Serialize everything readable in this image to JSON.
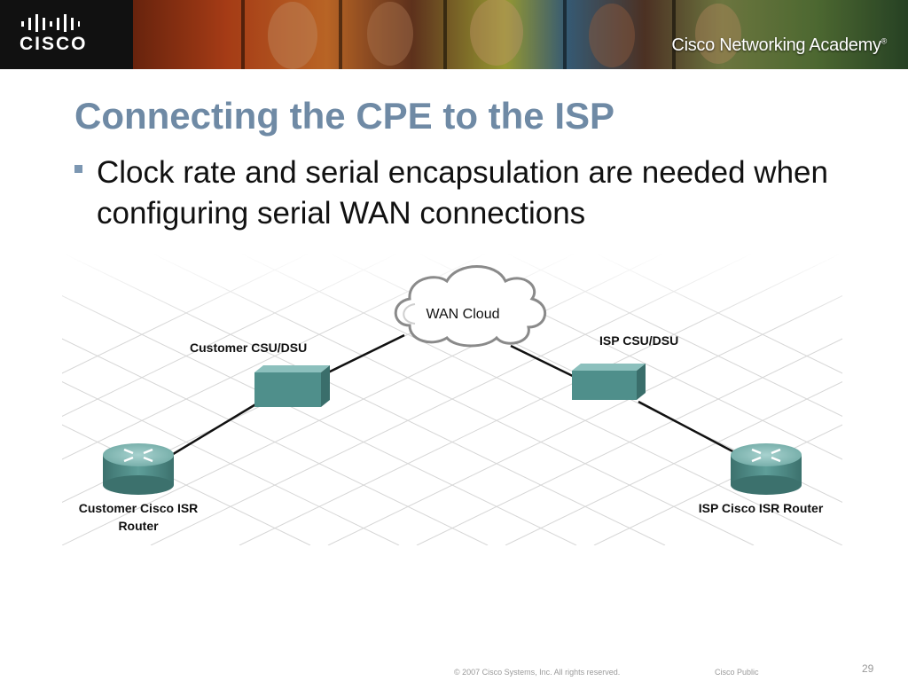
{
  "banner": {
    "logo_text": "CISCO",
    "academy_text": "Cisco Networking Academy",
    "academy_mark": "®"
  },
  "slide": {
    "title": "Connecting the CPE to the ISP",
    "bullet": "Clock rate and serial encapsulation are needed when configuring serial WAN connections"
  },
  "diagram": {
    "cloud_label": "WAN Cloud",
    "customer_csu_label": "Customer CSU/DSU",
    "isp_csu_label": "ISP CSU/DSU",
    "customer_router_label_line1": "Customer Cisco ISR",
    "customer_router_label_line2": "Router",
    "isp_router_label": "ISP Cisco ISR Router",
    "colors": {
      "device_face": "#4f8f8b",
      "device_top": "#8cc0bd",
      "device_side": "#3a6e6b",
      "link": "#111111",
      "grid": "#d6d6d6"
    }
  },
  "footer": {
    "copyright": "© 2007 Cisco Systems, Inc. All rights reserved.",
    "classification": "Cisco Public",
    "page_number": "29"
  }
}
